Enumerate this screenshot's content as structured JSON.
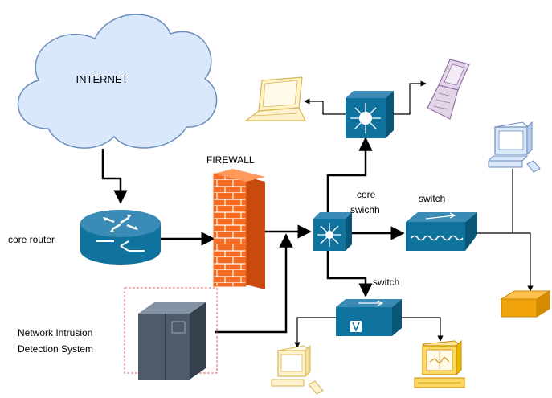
{
  "labels": {
    "internet": "INTERNET",
    "firewall": "FIREWALL",
    "core_router": "core router",
    "core_switch_line1": "core",
    "core_switch_line2": "swichh",
    "switch_right": "switch",
    "switch_bottom": "switch",
    "nids_line1": "Network Intrusion",
    "nids_line2": "Detection System"
  },
  "colors": {
    "cloud_fill": "#dae8fc",
    "cloud_stroke": "#6c8ebf",
    "device_blue": "#10739e",
    "firewall": "#f56b21",
    "server": "#4d5b6b",
    "laptop_yellow": "#fff2cc",
    "laptop_purple": "#e1d5e7",
    "pc_blue": "#dae8fc",
    "pc_orange": "#ffd966",
    "printer_orange": "#f0a30a",
    "dashed_box": "#e06666"
  }
}
